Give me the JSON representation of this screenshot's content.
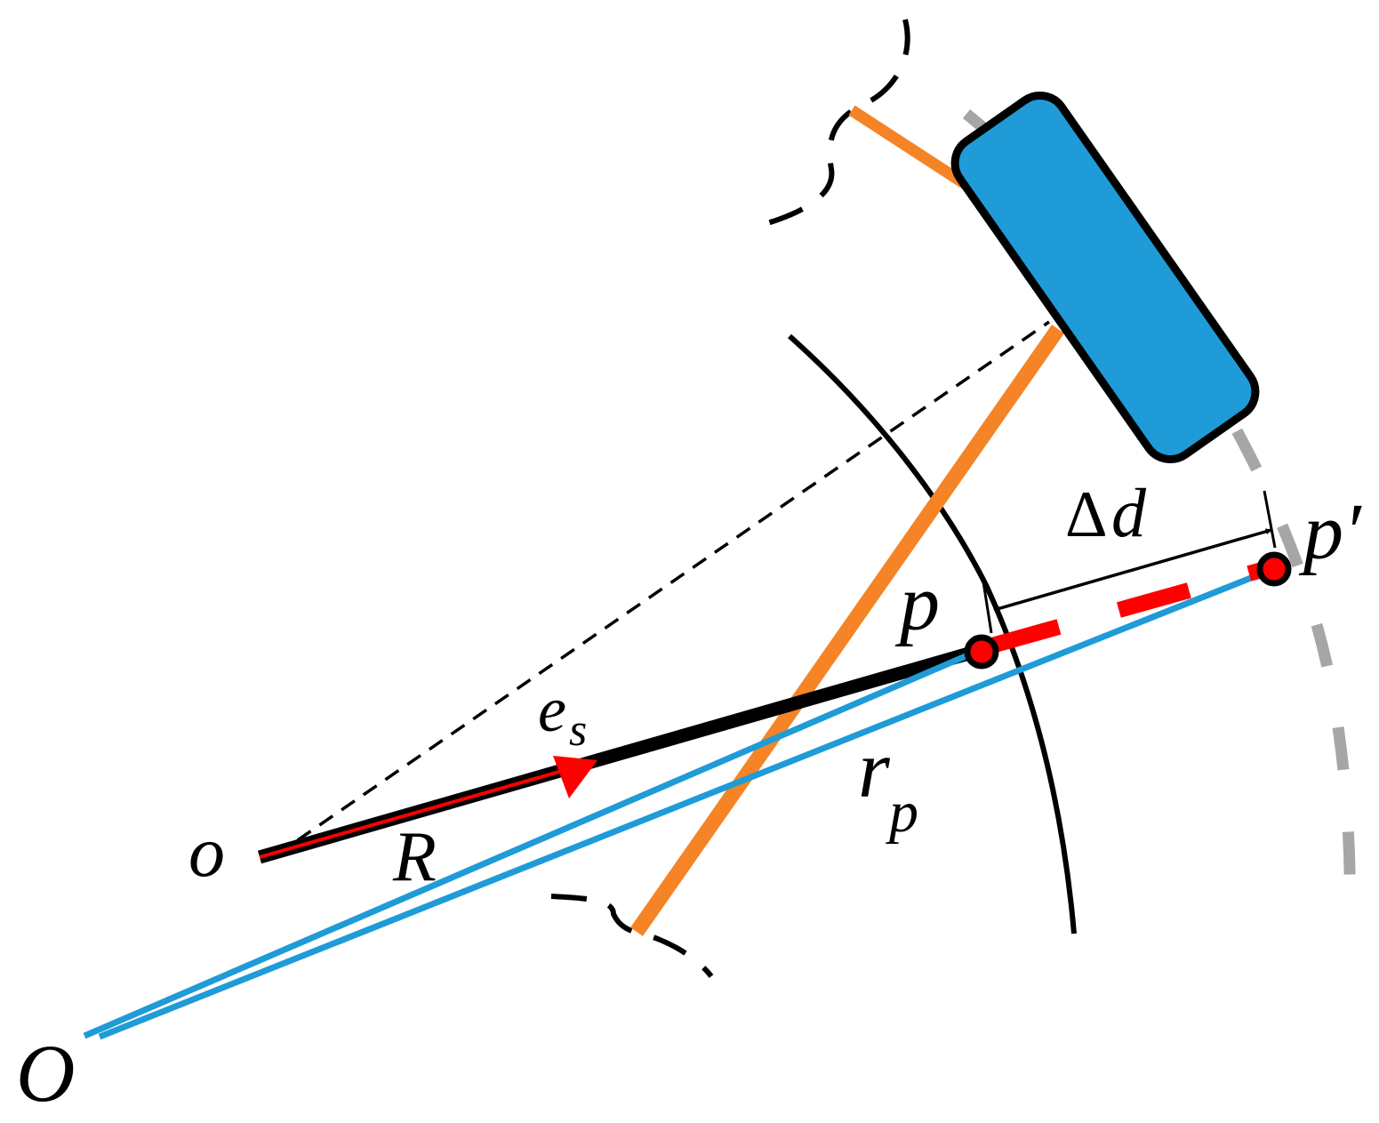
{
  "labels": {
    "o_small": "o",
    "O_big": "O",
    "R": "R",
    "e": "e",
    "e_sub": "s",
    "r": "r",
    "r_sub": "p",
    "p": "p",
    "p_prime": "p′",
    "delta": "Δ",
    "d": "d"
  },
  "colors": {
    "black": "#000000",
    "blue": "#1f9bd7",
    "orange": "#f58426",
    "red": "#ff0000",
    "gray": "#a6a6a6"
  }
}
